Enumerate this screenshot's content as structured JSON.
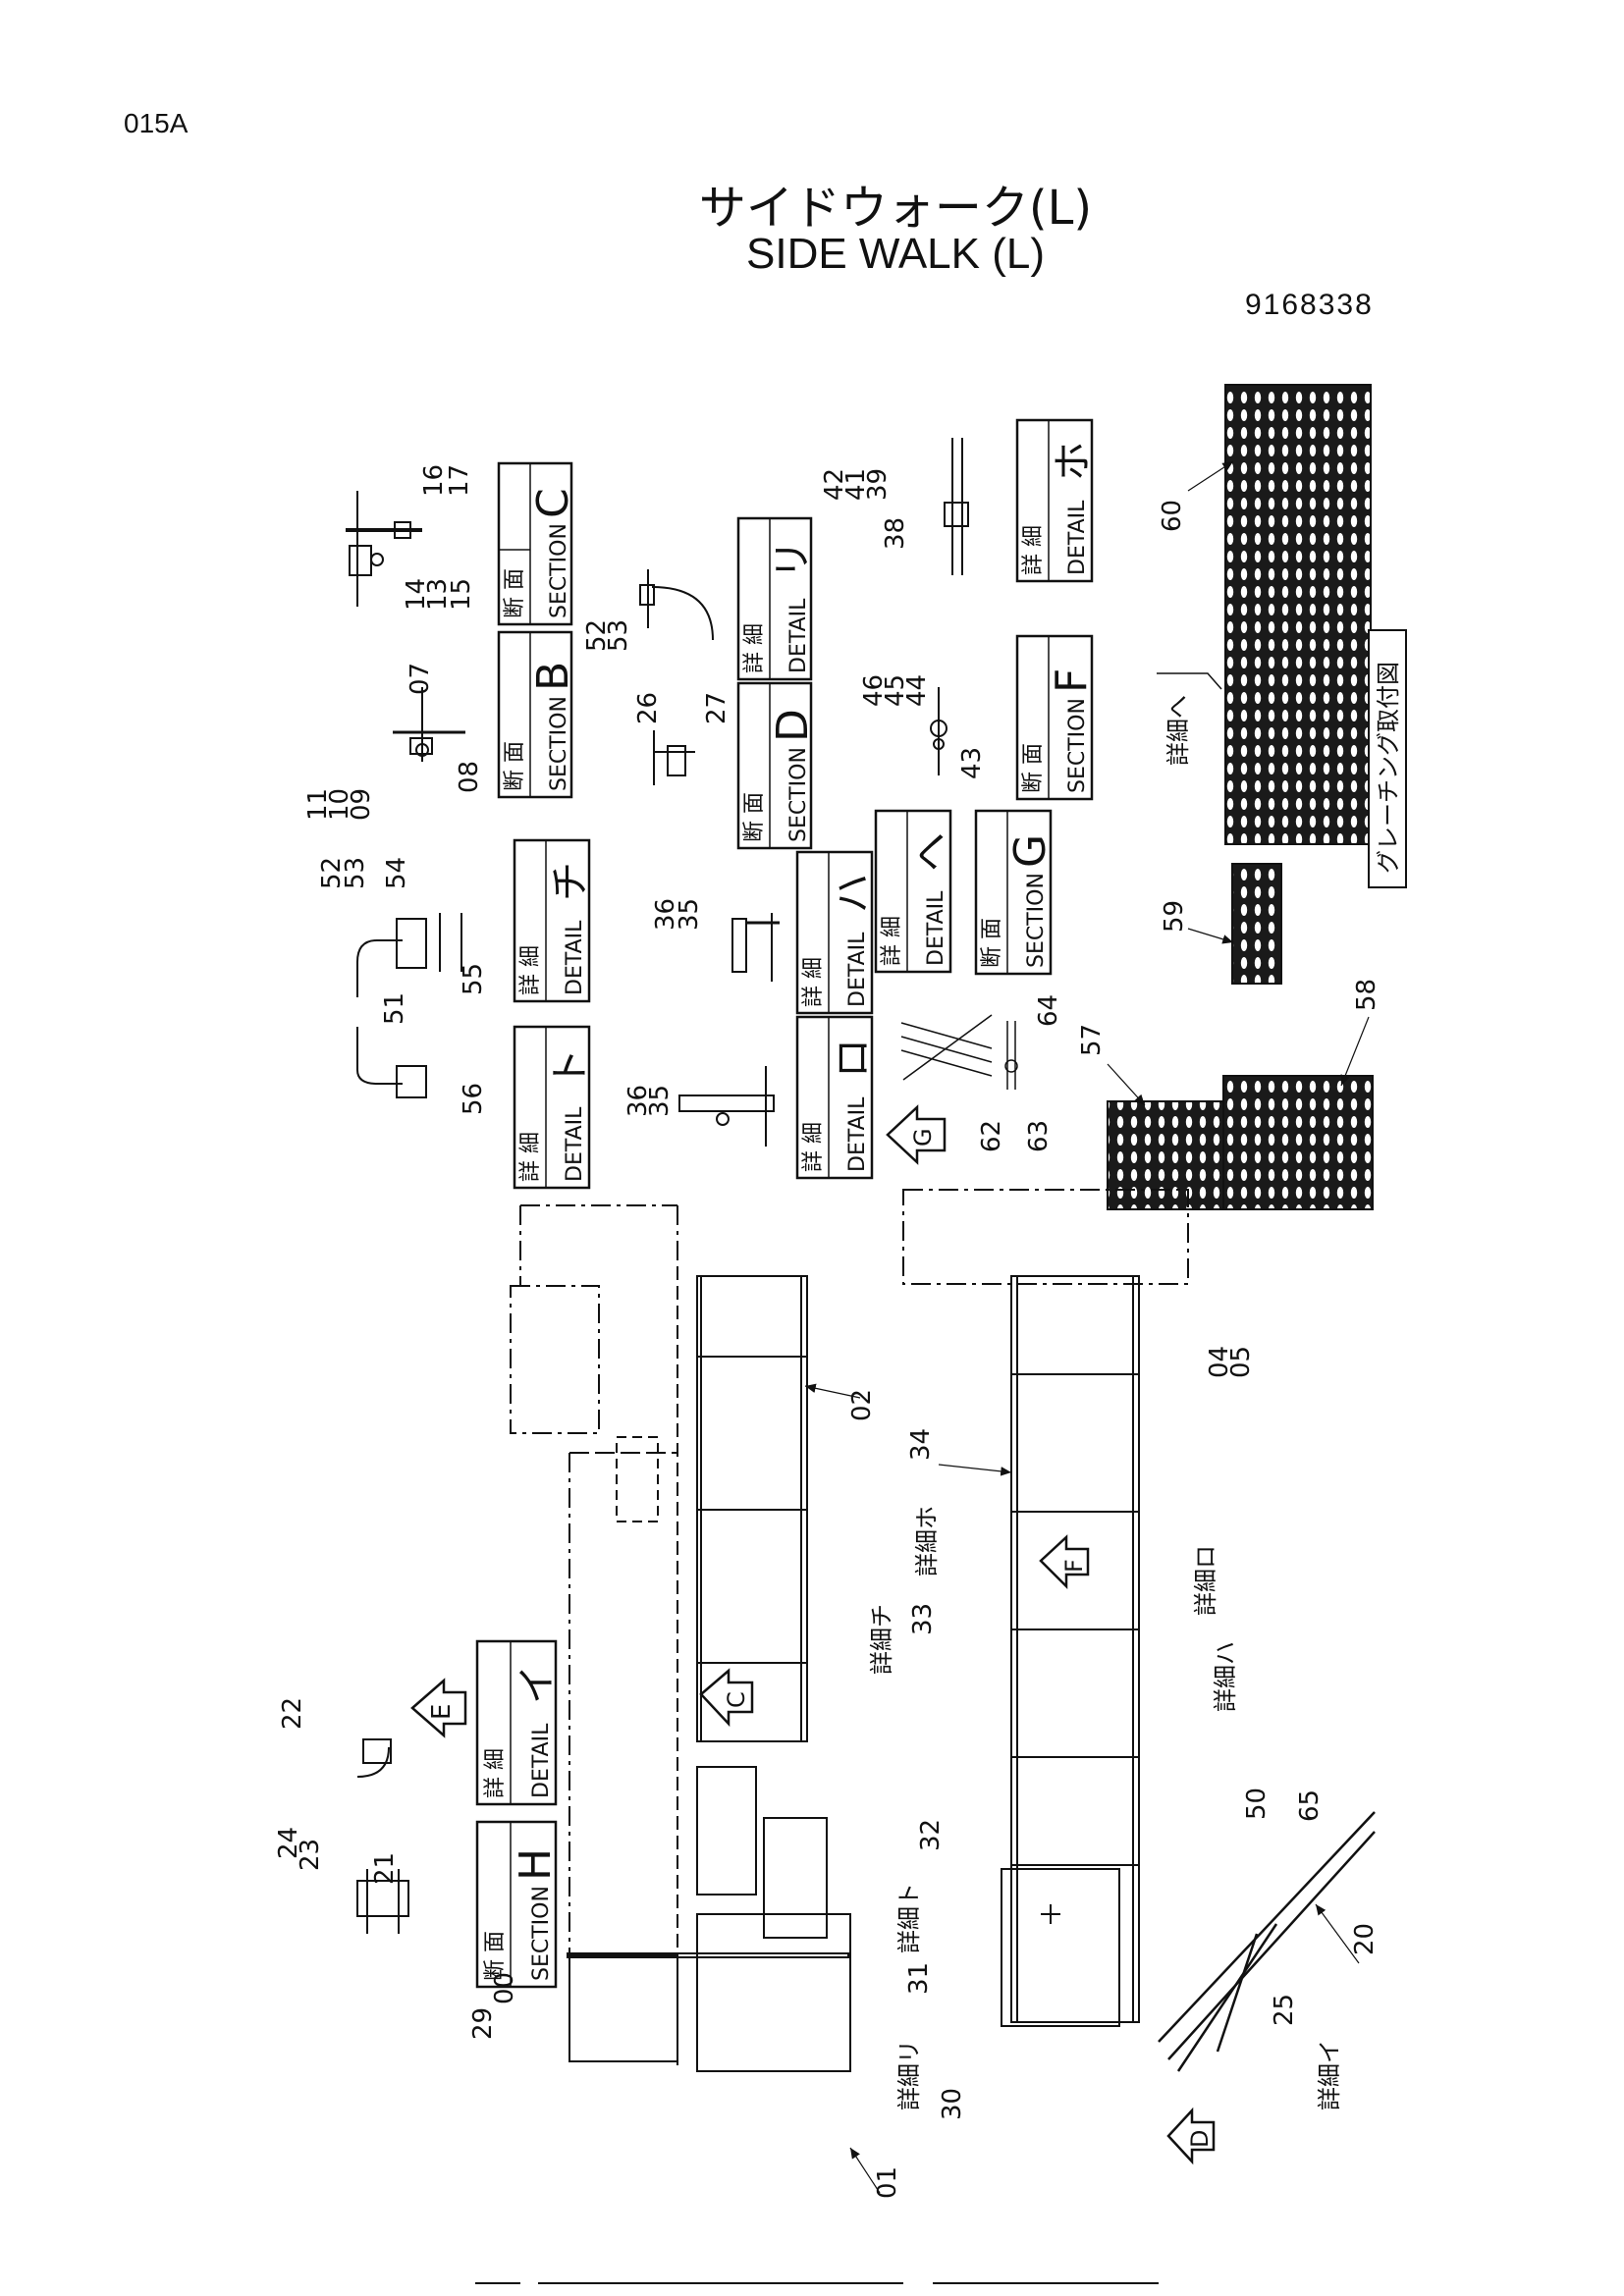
{
  "header": {
    "page_id": "015A",
    "title_jp": "サイドウォーク(L)",
    "title_en": "SIDE WALK (L)",
    "part_number": "9168338"
  },
  "labels": {
    "section_c": {
      "kind": "断 面",
      "word": "SECTION",
      "letter": "C"
    },
    "section_b": {
      "kind": "断 面",
      "word": "SECTION",
      "letter": "B"
    },
    "detail_ri": {
      "kind": "詳 細",
      "word": "DETAIL",
      "letter": "リ"
    },
    "section_d": {
      "kind": "断 面",
      "word": "SECTION",
      "letter": "D"
    },
    "detail_ho": {
      "kind": "詳 細",
      "word": "DETAIL",
      "letter": "ホ"
    },
    "section_f": {
      "kind": "断 面",
      "word": "SECTION",
      "letter": "F"
    },
    "detail_chi": {
      "kind": "詳 細",
      "word": "DETAIL",
      "letter": "チ"
    },
    "detail_to": {
      "kind": "詳 細",
      "word": "DETAIL",
      "letter": "ト"
    },
    "detail_ha": {
      "kind": "詳 細",
      "word": "DETAIL",
      "letter": "ハ"
    },
    "detail_he": {
      "kind": "詳 細",
      "word": "DETAIL",
      "letter": "ヘ"
    },
    "section_g": {
      "kind": "断 面",
      "word": "SECTION",
      "letter": "G"
    },
    "detail_ro": {
      "kind": "詳 細",
      "word": "DETAIL",
      "letter": "ロ"
    },
    "detail_i": {
      "kind": "詳 細",
      "word": "DETAIL",
      "letter": "イ"
    },
    "section_h": {
      "kind": "断 面",
      "word": "SECTION",
      "letter": "H"
    }
  },
  "grating_note": "グレーチング取付図",
  "grating_detail_ref": "詳細へ",
  "view_arrows": {
    "c": "C",
    "d": "D",
    "e": "E",
    "f": "F",
    "g": "G"
  },
  "detail_refs": {
    "ho": "詳細ホ",
    "chi": "詳細チ",
    "to": "詳細ト",
    "ri": "詳細リ",
    "ro": "詳細ロ",
    "ha": "詳細ハ",
    "i": "詳細イ"
  },
  "callouts": {
    "c16": "16",
    "c17": "17",
    "c14": "14",
    "c13": "13",
    "c15": "15",
    "c07": "07",
    "c11": "11",
    "c10": "10",
    "c09": "09",
    "c08": "08",
    "c52a": "52",
    "c53a": "53",
    "c26": "26",
    "c27": "27",
    "c42": "42",
    "c41": "41",
    "c39": "39",
    "c38": "38",
    "c46": "46",
    "c45": "45",
    "c44": "44",
    "c43": "43",
    "c60": "60",
    "c59": "59",
    "c58": "58",
    "c57": "57",
    "c52b": "52",
    "c53b": "53",
    "c54": "54",
    "c51": "51",
    "c55": "55",
    "c56": "56",
    "c36a": "36",
    "c35a": "35",
    "c36b": "36",
    "c35b": "35",
    "c64": "64",
    "c62": "62",
    "c63": "63",
    "c02": "02",
    "c04": "04",
    "c05": "05",
    "c34": "34",
    "c33": "33",
    "c22": "22",
    "c24": "24",
    "c23": "23",
    "c21": "21",
    "c32": "32",
    "c50": "50",
    "c65": "65",
    "c31": "31",
    "c20": "20",
    "c25": "25",
    "c30": "30",
    "c29": "29",
    "c00": "00",
    "c01": "01"
  }
}
